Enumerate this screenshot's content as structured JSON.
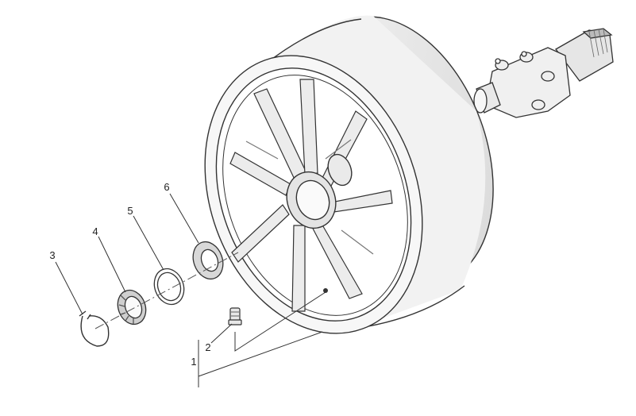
{
  "diagram": {
    "part_labels": [
      "1",
      "2",
      "3",
      "4",
      "5",
      "6"
    ]
  }
}
